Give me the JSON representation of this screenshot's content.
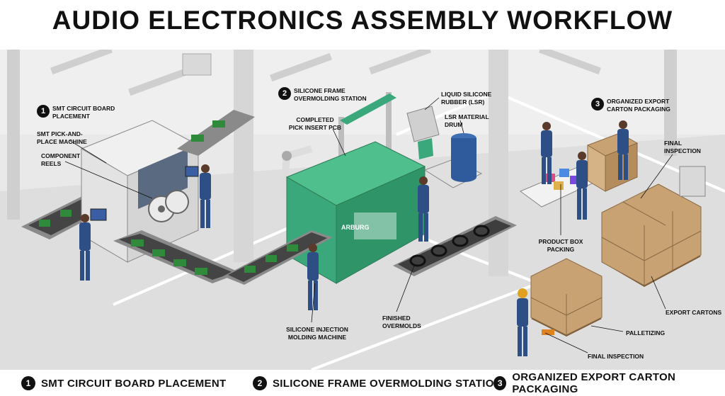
{
  "title": "AUDIO ELECTRONICS ASSEMBLY WORKFLOW",
  "stations": [
    {
      "num": "1",
      "label_line1": "SMT CIRCUIT BOARD",
      "label_line2": "PLACEMENT"
    },
    {
      "num": "2",
      "label_line1": "SILICONE FRAME",
      "label_line2": "OVERMOLDING STATION"
    },
    {
      "num": "3",
      "label_line1": "ORGANIZED EXPORT",
      "label_line2": "CARTON PACKAGING"
    }
  ],
  "labels": {
    "pick_place_1": "SMT PICK-AND-",
    "pick_place_2": "PLACE MACHINE",
    "reels_1": "COMPONENT",
    "reels_2": "REELS",
    "completed_1": "COMPLETED",
    "completed_2": "PICK INSERT PCB",
    "lsr_1": "LIQUID SILICONE",
    "lsr_2": "RUBBER (LSR)",
    "drum_1": "LSR MATERIAL",
    "drum_2": "DRUM",
    "injection_1": "SILICONE INJECTION",
    "injection_2": "MOLDING MACHINE",
    "overmolds_1": "FINISHED",
    "overmolds_2": "OVERMOLDS",
    "product_box_1": "PRODUCT BOX",
    "product_box_2": "PACKING",
    "final_inspection_top": "FINAL",
    "final_inspection_top2": "INSPECTION",
    "export_cartons": "EXPORT CARTONS",
    "palletizing": "PALLETIZING",
    "final_inspection_bottom": "FINAL INSPECTION",
    "machine_brand": "ARBURG"
  },
  "footer": [
    {
      "num": "1",
      "text": "SMT CIRCUIT BOARD PLACEMENT"
    },
    {
      "num": "2",
      "text": "SILICONE FRAME OVERMOLDING STATION"
    },
    {
      "num": "3",
      "text": "ORGANIZED EXPORT CARTON PACKAGING"
    }
  ],
  "colors": {
    "machine_green": "#3aa87a",
    "floor": "#dcdcdc",
    "worker_blue": "#2d4f86",
    "carton": "#c9a273",
    "pcb_green": "#2f8a3c"
  }
}
